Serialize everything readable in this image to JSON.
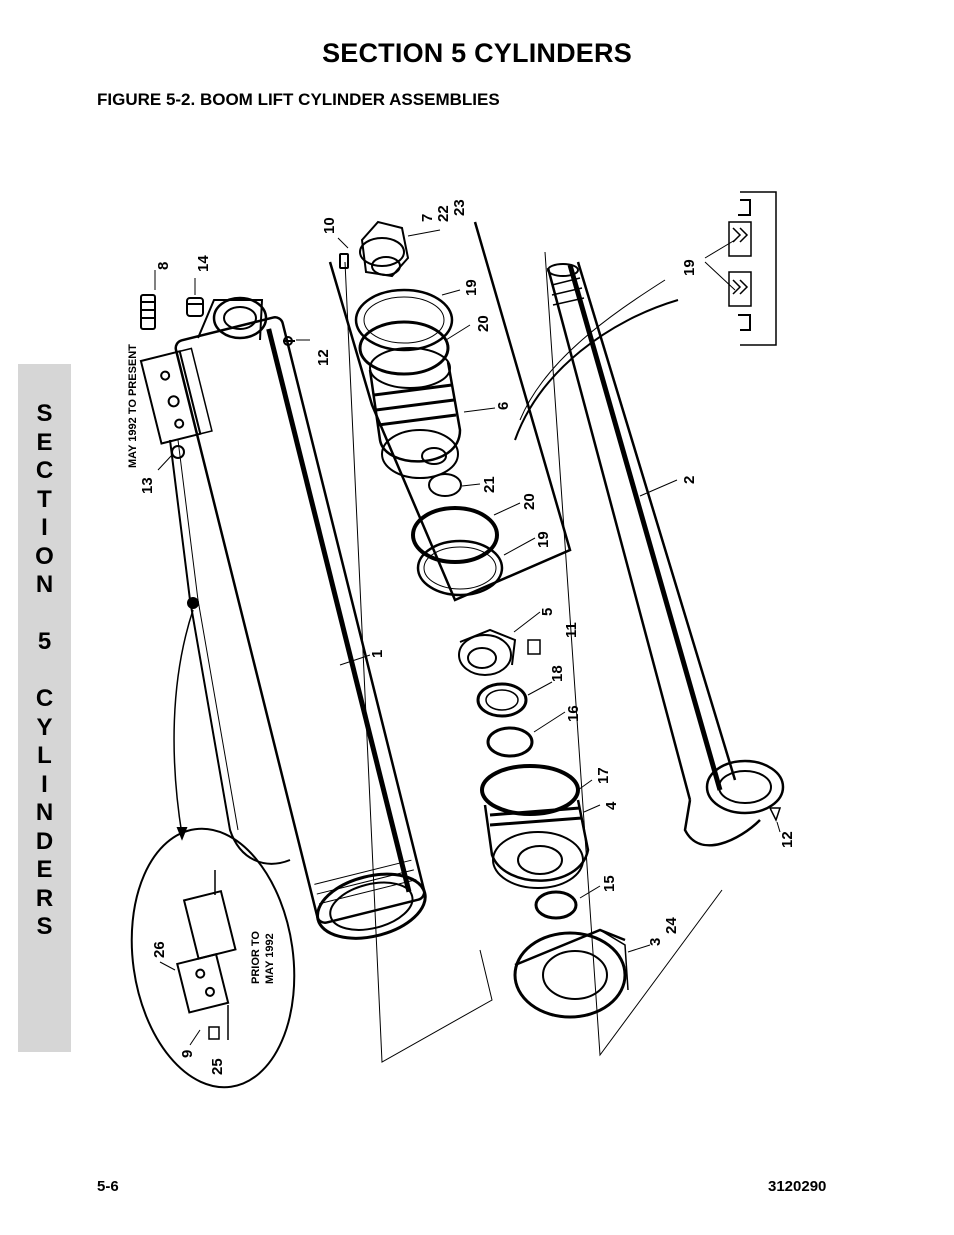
{
  "header": {
    "title": "SECTION 5  CYLINDERS"
  },
  "figure": {
    "caption": "FIGURE 5-2.    BOOM LIFT CYLINDER ASSEMBLIES"
  },
  "side_tab": {
    "letters": [
      "S",
      "E",
      "C",
      "T",
      "I",
      "O",
      "N",
      " ",
      "5",
      " ",
      "C",
      "Y",
      "L",
      "I",
      "N",
      "D",
      "E",
      "R",
      "S"
    ]
  },
  "callouts": {
    "c1": "1",
    "c2": "2",
    "c3": "3",
    "c4": "4",
    "c5": "5",
    "c6": "6",
    "c7": "7",
    "c8": "8",
    "c9": "9",
    "c10": "10",
    "c11": "11",
    "c12a": "12",
    "c12b": "12",
    "c13": "13",
    "c14": "14",
    "c15": "15",
    "c16": "16",
    "c17": "17",
    "c18": "18",
    "c19a": "19",
    "c19b": "19",
    "c19c": "19",
    "c20a": "20",
    "c20b": "20",
    "c21": "21",
    "c22": "22",
    "c23": "23",
    "c24": "24",
    "c25": "25",
    "c26": "26"
  },
  "notes": {
    "may_present": "MAY 1992 TO PRESENT",
    "prior_line1": "PRIOR TO",
    "prior_line2": "MAY 1992"
  },
  "footer": {
    "page": "5-6",
    "doc_number": "3120290"
  }
}
